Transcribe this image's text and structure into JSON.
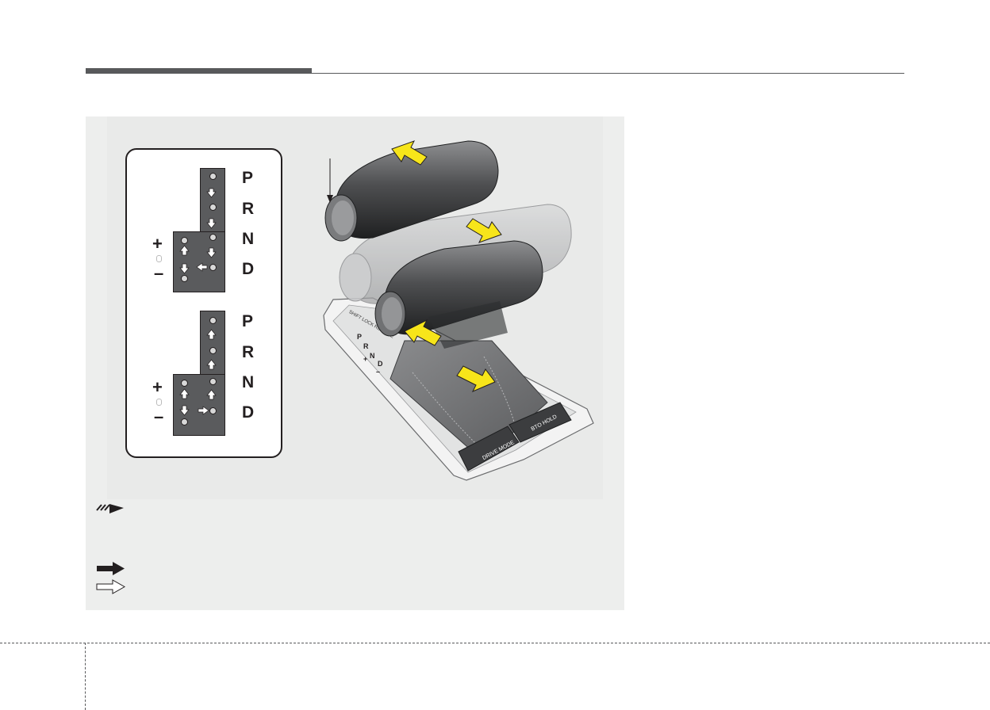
{
  "pattern_top": {
    "p": "P",
    "r": "R",
    "n": "N",
    "d": "D",
    "plus": "+",
    "minus": "–"
  },
  "pattern_bottom": {
    "p": "P",
    "r": "R",
    "n": "N",
    "d": "D",
    "plus": "+",
    "minus": "–"
  },
  "console": {
    "shift_lock_label": "SHIFT LOCK RELEASE",
    "gate_p": "P",
    "gate_r": "R",
    "gate_n": "N",
    "gate_d": "D",
    "gate_plus": "+",
    "gate_minus": "–",
    "drive_mode_button": "DRIVE MODE",
    "auto_hold_button": "BTO HOLD"
  },
  "colors": {
    "arrow_yellow": "#f7e51a",
    "panel_bg": "#edeeed",
    "rule": "#58595b"
  },
  "icons": {
    "header_symbol": "hatched-arrow-icon",
    "legend_solid": "solid-arrow-icon",
    "legend_outline": "outline-arrow-icon"
  }
}
